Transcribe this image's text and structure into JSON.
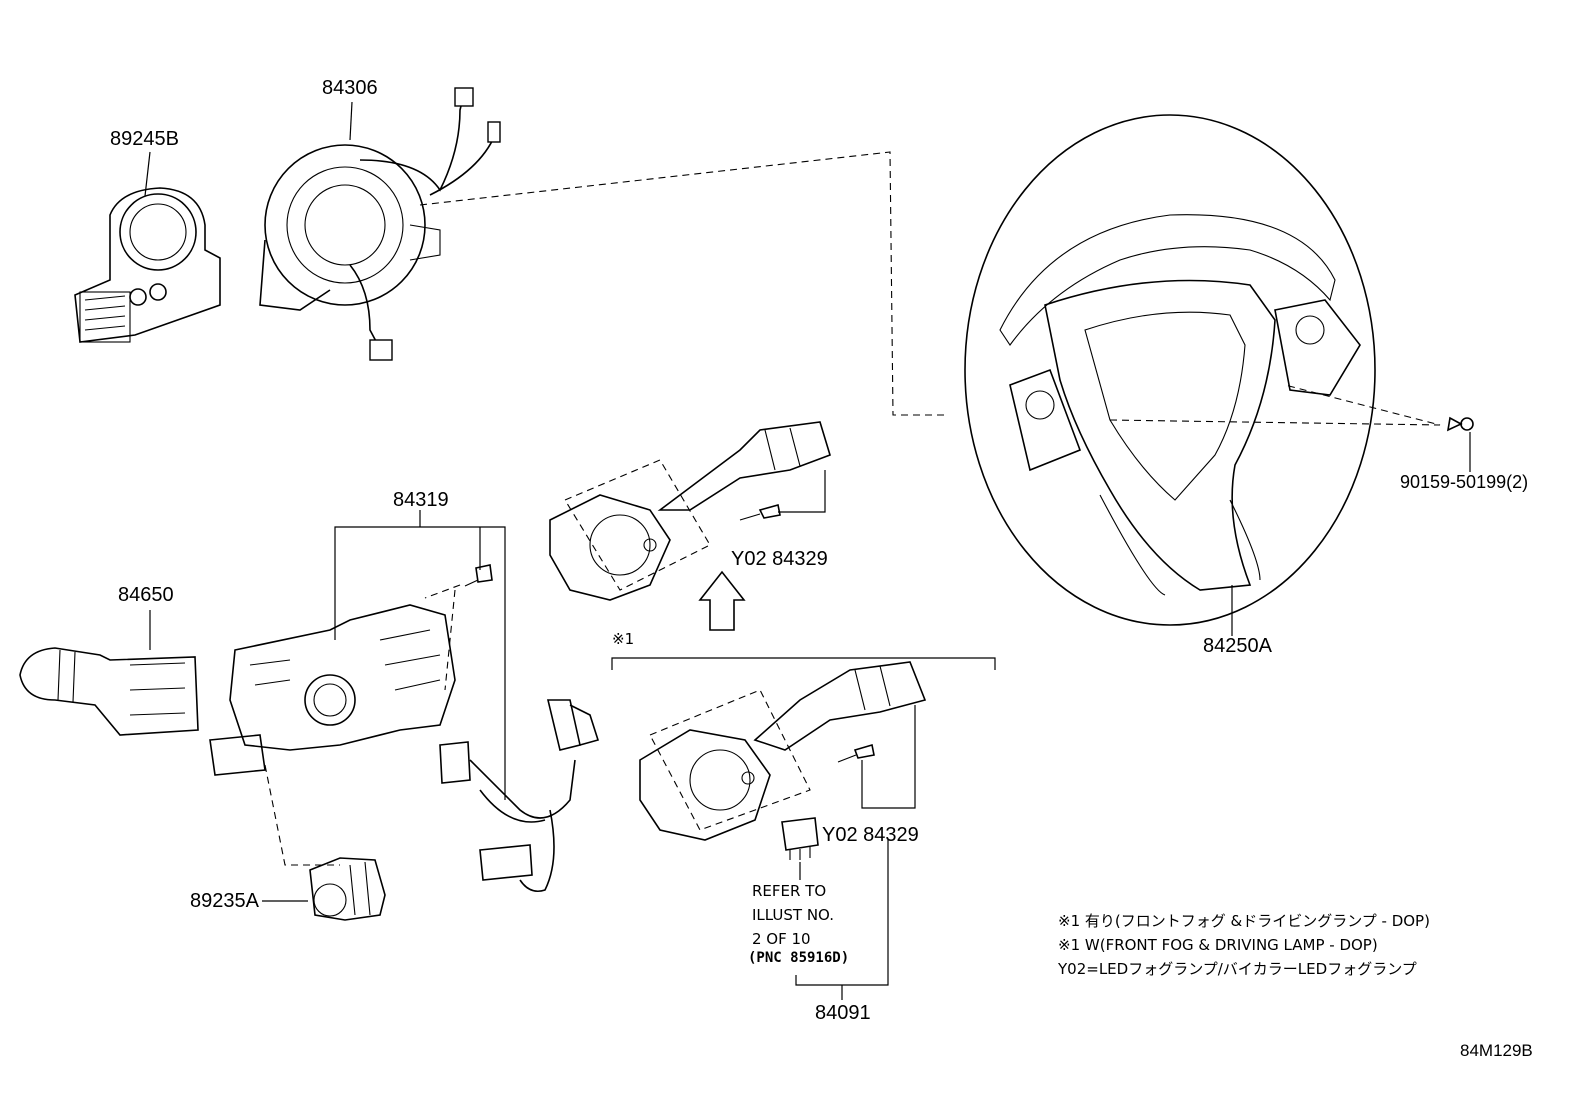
{
  "labels": {
    "p89245B": "89245B",
    "p84306": "84306",
    "p84319": "84319",
    "p84650": "84650",
    "p89235A": "89235A",
    "p84329_upper": "Y02 84329",
    "p84329_lower": "Y02 84329",
    "p84250A": "84250A",
    "p90159": "90159-50199(2)",
    "p84091": "84091",
    "ref1_mark": "※1",
    "ref_line1": "REFER TO",
    "ref_line2": "ILLUST NO.",
    "ref_line3": "2 OF 10",
    "ref_line4": "(PNC 85916D)",
    "diagram_id": "84M129B"
  },
  "notes": [
    "※1 有り(フロントフォグ &ドライビングランプ - DOP)",
    "※1 W(FRONT FOG & DRIVING LAMP - DOP)",
    "Y02=LEDフォグランプ/バイカラーLEDフォグランプ"
  ]
}
